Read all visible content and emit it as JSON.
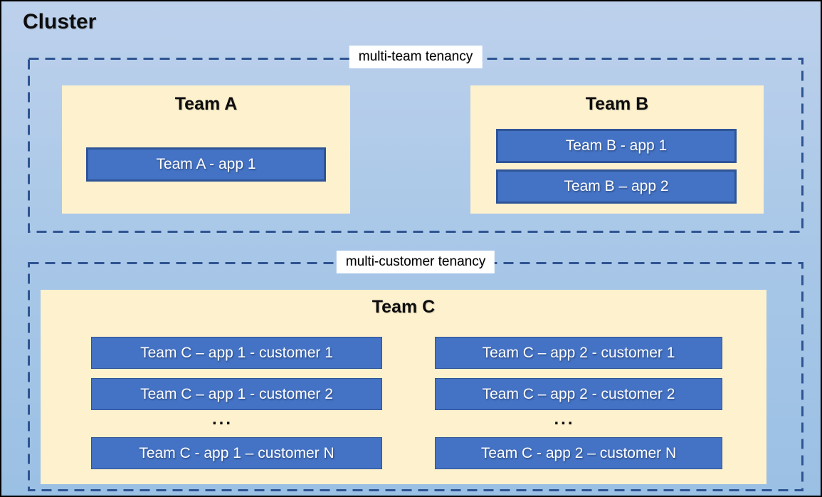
{
  "cluster": {
    "title": "Cluster"
  },
  "sections": {
    "multi_team": {
      "label": "multi-team tenancy"
    },
    "multi_customer": {
      "label": "multi-customer tenancy"
    }
  },
  "teams": {
    "team_a": {
      "title": "Team A",
      "apps": [
        "Team A - app 1"
      ]
    },
    "team_b": {
      "title": "Team B",
      "apps": [
        "Team B - app 1",
        "Team B – app 2"
      ]
    },
    "team_c": {
      "title": "Team C",
      "ellipsis": "...",
      "columns": [
        {
          "apps": [
            "Team C – app 1 - customer 1",
            "Team C – app 1 - customer 2",
            "Team C - app 1 – customer N"
          ]
        },
        {
          "apps": [
            "Team C – app 2 - customer 1",
            "Team C – app 2 - customer 2",
            "Team C - app 2 – customer N"
          ]
        }
      ]
    }
  },
  "colors": {
    "background_top": "#bdd1ec",
    "background_bottom": "#9ac0e4",
    "panel_fill": "#fdf1ce",
    "app_fill": "#4472c4",
    "app_border": "#2f5597",
    "dashed_border": "#2e5492",
    "tenancy_label_bg": "#ffffff",
    "text_dark": "#0d0d0d",
    "text_light": "#ffffff",
    "outer_border": "#000000"
  }
}
